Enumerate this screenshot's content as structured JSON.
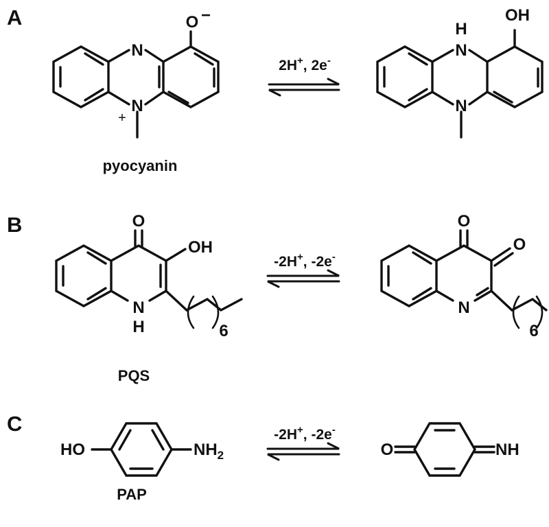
{
  "panels": [
    {
      "label": "A",
      "compound_name": "pyocyanin",
      "conditions": {
        "text": "2H",
        "sup1": "+",
        "mid": ", 2e",
        "sup2": "-"
      },
      "left_molecule": {
        "atoms": {
          "n_top": "N",
          "n_bottom": "N",
          "oxygen": "O",
          "anion_charge": "−",
          "cation_charge": "+"
        }
      },
      "right_molecule": {
        "atoms": {
          "nh_n": "N",
          "nh_h": "H",
          "hydroxyl": "OH",
          "n_bottom": "N"
        }
      }
    },
    {
      "label": "B",
      "compound_name": "PQS",
      "conditions": {
        "text": "-2H",
        "sup1": "+",
        "mid": ", -2e",
        "sup2": "-"
      },
      "left_molecule": {
        "atoms": {
          "carbonyl": "O",
          "hydroxyl": "OH",
          "nh_n": "N",
          "nh_h": "H",
          "chain_repeat": "6"
        }
      },
      "right_molecule": {
        "atoms": {
          "carbonyl1": "O",
          "carbonyl2": "O",
          "imine_n": "N",
          "chain_repeat": "6"
        }
      }
    },
    {
      "label": "C",
      "compound_name": "PAP",
      "conditions": {
        "text": "-2H",
        "sup1": "+",
        "mid": ", -2e",
        "sup2": "-"
      },
      "left_molecule": {
        "atoms": {
          "hydroxyl": "HO",
          "amine": "NH",
          "amine_sub": "2"
        }
      },
      "right_molecule": {
        "atoms": {
          "oxygen": "O",
          "imine": "NH"
        }
      }
    }
  ]
}
